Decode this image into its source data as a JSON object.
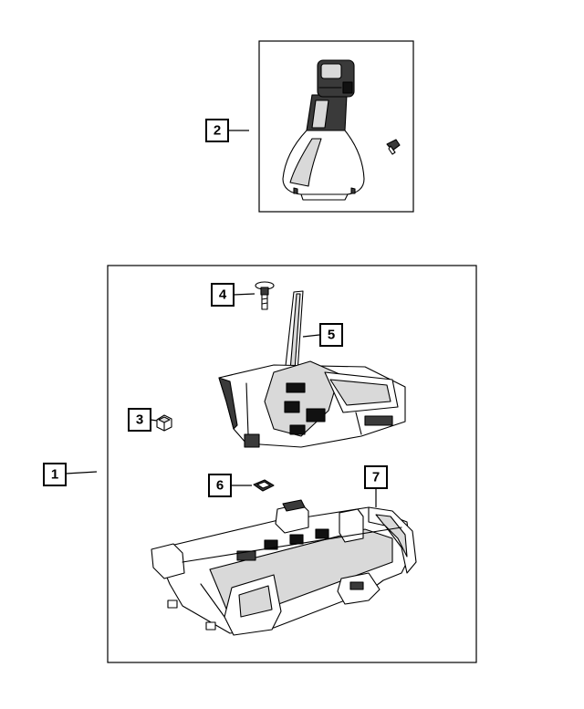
{
  "callouts": [
    {
      "id": "1",
      "label": "1"
    },
    {
      "id": "2",
      "label": "2"
    },
    {
      "id": "3",
      "label": "3"
    },
    {
      "id": "4",
      "label": "4"
    },
    {
      "id": "5",
      "label": "5"
    },
    {
      "id": "6",
      "label": "6"
    },
    {
      "id": "7",
      "label": "7"
    }
  ],
  "colors": {
    "line": "#000000",
    "shade": "#d9d9d9",
    "dark": "#3a3a3a",
    "background": "#ffffff"
  }
}
